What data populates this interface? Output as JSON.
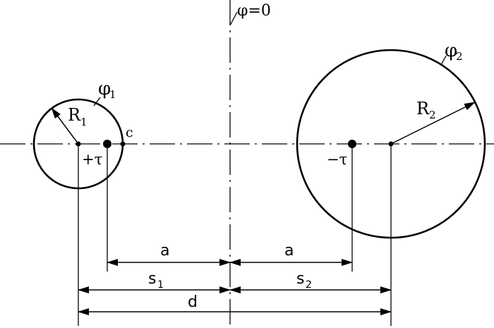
{
  "labels": {
    "phi_zero": "φ=0",
    "phi1": "φ",
    "phi1_sub": "1",
    "phi2": "φ",
    "phi2_sub": "2",
    "R1": "R",
    "R1_sub": "1",
    "R2": "R",
    "R2_sub": "2",
    "c": "c",
    "plus_tau": "+τ",
    "minus_tau": "−τ",
    "a_left": "a",
    "a_right": "a",
    "s1": "s",
    "s1_sub": "1",
    "s2": "s",
    "s2_sub": "2",
    "d": "d"
  },
  "colors": {
    "stroke": "#000000",
    "background": "#ffffff"
  }
}
